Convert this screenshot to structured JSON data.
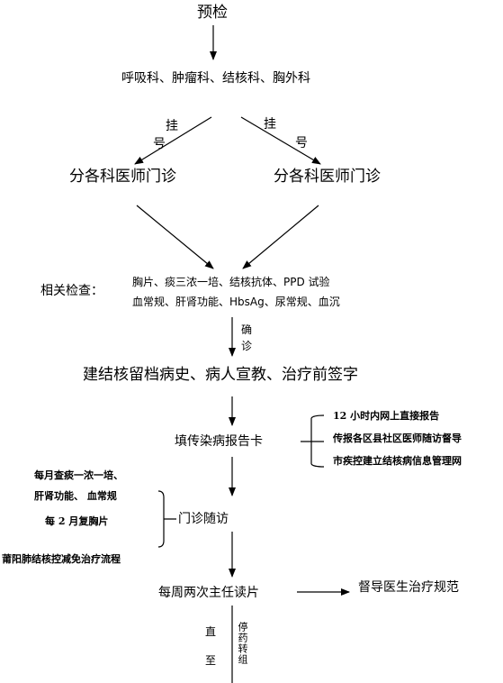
{
  "title": "预检",
  "departments": "呼吸科、肿瘤科、结核科、胸外科",
  "register_left": {
    "a": "挂",
    "b": "号"
  },
  "register_right": {
    "a": "挂",
    "b": "号"
  },
  "clinic_left": "分各科医师门诊",
  "clinic_right": "分各科医师门诊",
  "exam_label": "相关检查：",
  "exam_line1": "胸片、痰三浓一培、结核抗体、PPD 试验",
  "exam_line2": "血常规、肝肾功能、HbsAg、尿常规、血沉",
  "confirm": {
    "a": "确",
    "b": "诊"
  },
  "archive": "建结核留档病史、病人宣教、治疗前签字",
  "report_card": "填传染病报告卡",
  "report_items": [
    "12 小时内网上直接报告",
    "传报各区县社区医师随访督导",
    "市疾控建立结核病信息管理网"
  ],
  "monthly": {
    "line1": "每月查痰一浓一培、",
    "line2": "肝肾功能、 血常规",
    "line3": "每 2 月复胸片"
  },
  "followup": "门诊随访",
  "program": "莆阳肺结核控减免治疗流程",
  "weekly_read": "每周两次主任读片",
  "supervise": "督导医生治疗规范",
  "until": {
    "a": "直",
    "b": "至"
  },
  "stop": "停药转组"
}
